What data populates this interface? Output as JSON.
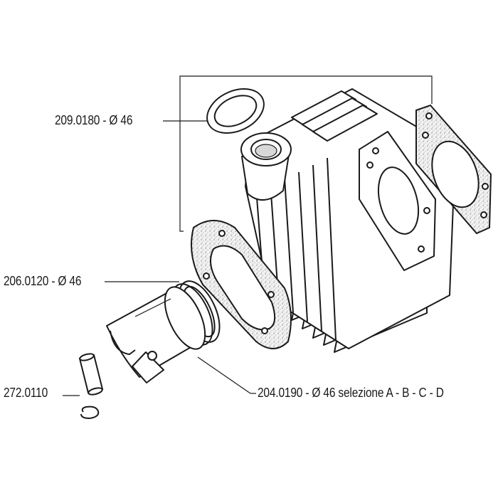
{
  "labels": {
    "seal": "209.0180 - Ø 46",
    "rings": "206.0120 - Ø 46",
    "pin": "272.0110",
    "piston": "204.0190 - Ø 46 selezione A - B - C - D"
  },
  "colors": {
    "line": "#1a1a1a",
    "background": "#ffffff",
    "gasket_fill": "#e9e9e9"
  }
}
